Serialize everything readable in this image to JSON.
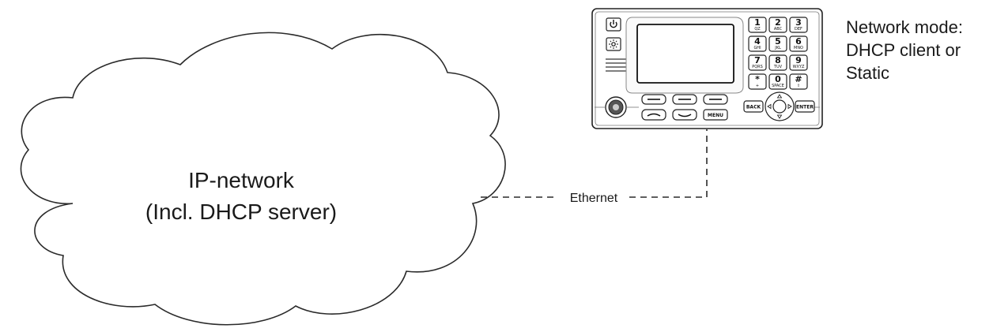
{
  "cloud": {
    "title_line1": "IP-network",
    "title_line2": "(Incl. DHCP server)"
  },
  "link": {
    "label": "Ethernet"
  },
  "device": {
    "keys": [
      {
        "num": "1",
        "sub": "QZ"
      },
      {
        "num": "2",
        "sub": "ABC"
      },
      {
        "num": "3",
        "sub": "DEF"
      },
      {
        "num": "4",
        "sub": "GHI"
      },
      {
        "num": "5",
        "sub": "JKL"
      },
      {
        "num": "6",
        "sub": "MNO"
      },
      {
        "num": "7",
        "sub": "PQRS"
      },
      {
        "num": "8",
        "sub": "TUV"
      },
      {
        "num": "9",
        "sub": "WXYZ"
      },
      {
        "num": "*",
        "sub": "+"
      },
      {
        "num": "0",
        "sub": "SPACE"
      },
      {
        "num": "#",
        "sub": "⇧"
      }
    ],
    "back_label": "BACK",
    "enter_label": "ENTER",
    "menu_label": "MENU",
    "icons": [
      "power-icon",
      "brightness-icon",
      "speaker-grille-icon",
      "handset-hangup-icon",
      "handset-call-icon",
      "navigation-pad-icon",
      "microphone-icon"
    ]
  },
  "network_mode": {
    "line1": "Network mode:",
    "line2": "DHCP client or",
    "line3": "Static"
  }
}
